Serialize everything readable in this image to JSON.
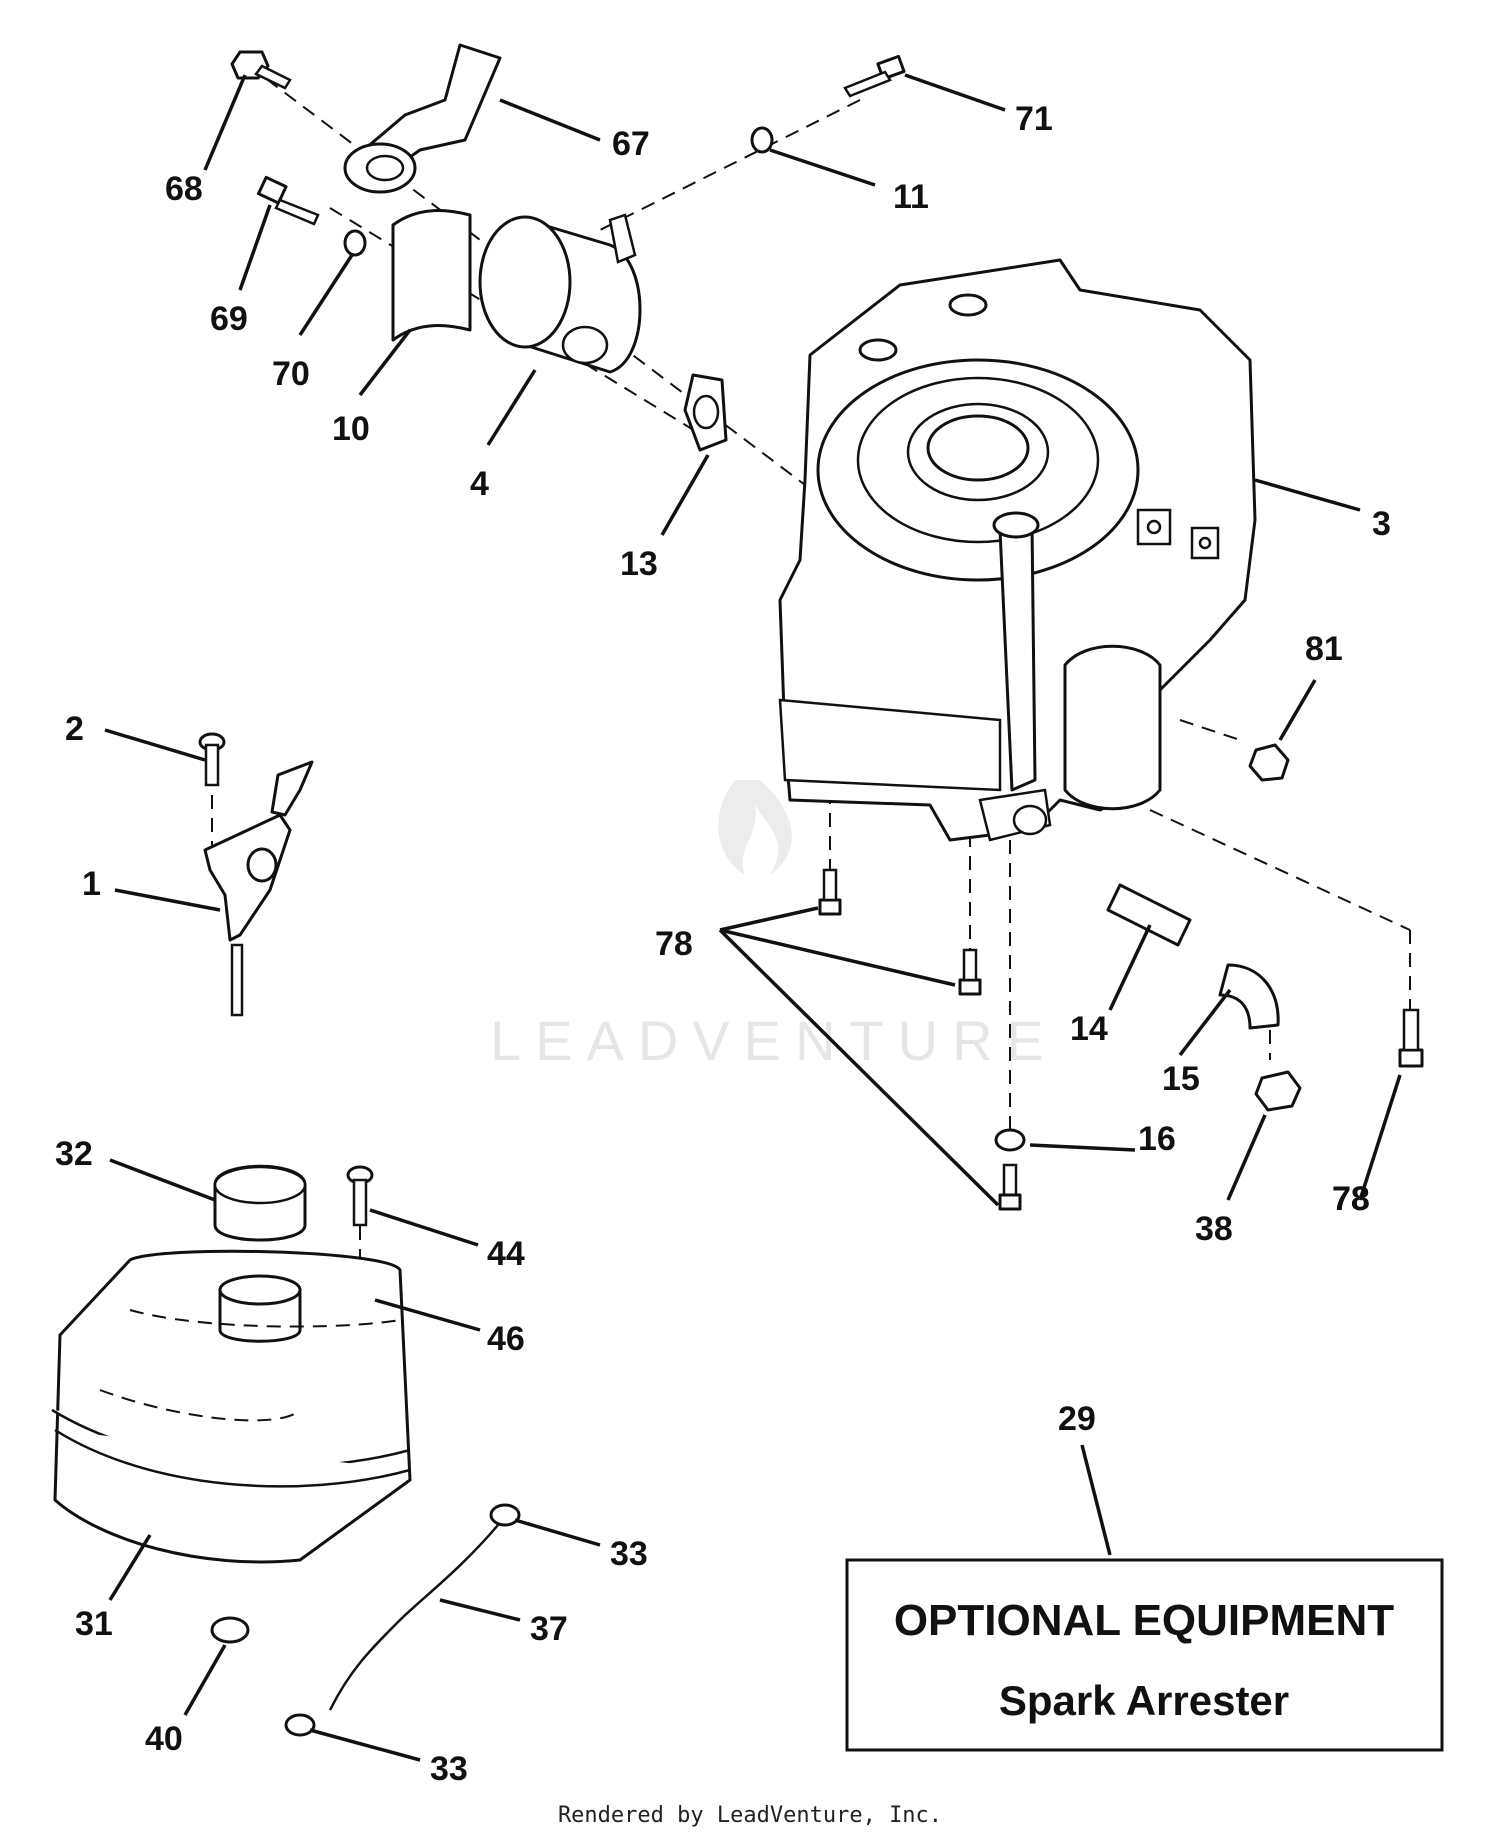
{
  "callouts": [
    "68",
    "67",
    "71",
    "11",
    "69",
    "70",
    "10",
    "4",
    "13",
    "3",
    "81",
    "2",
    "1",
    "78",
    "78",
    "14",
    "15",
    "16",
    "38",
    "78",
    "32",
    "44",
    "46",
    "29",
    "33",
    "37",
    "31",
    "40",
    "33"
  ],
  "watermark": "LEADVENTURE",
  "optional_box": {
    "title": "OPTIONAL EQUIPMENT",
    "subtitle": "Spark Arrester"
  },
  "footer": "Rendered by LeadVenture, Inc."
}
